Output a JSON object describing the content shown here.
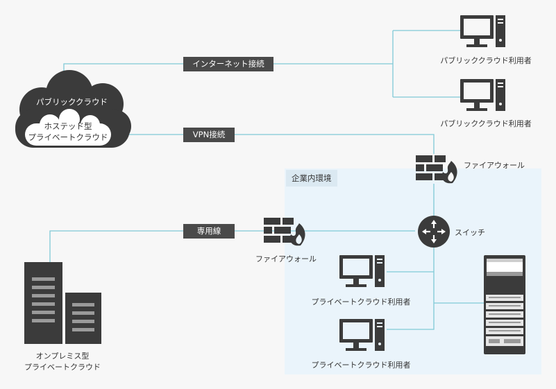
{
  "zone": {
    "label": "企業内環境"
  },
  "connections": {
    "internet": "インターネット接続",
    "vpn": "VPN接続",
    "leased_line": "専用線"
  },
  "cloud": {
    "public": "パブリッククラウド",
    "hosted_line1": "ホステッド型",
    "hosted_line2": "プライベートクラウド"
  },
  "public_users": [
    "パブリッククラウド利用者",
    "パブリッククラウド利用者"
  ],
  "firewalls": {
    "top": "ファイアウォール",
    "mid": "ファイアウォール"
  },
  "switch": {
    "label": "スイッチ"
  },
  "private_users": [
    "プライベートクラウド利用者",
    "プライベートクラウド利用者"
  ],
  "onprem": {
    "line1": "オンプレミス型",
    "line2": "プライベートクラウド"
  },
  "colors": {
    "line": "#7fc9d6",
    "dark": "#3b3b3b",
    "zone": "#eaf4fb",
    "pill": "#4a4a4a"
  },
  "icons": [
    "cloud-icon",
    "computer-icon",
    "firewall-icon",
    "switch-icon",
    "server-icon",
    "server-rack-icon"
  ]
}
